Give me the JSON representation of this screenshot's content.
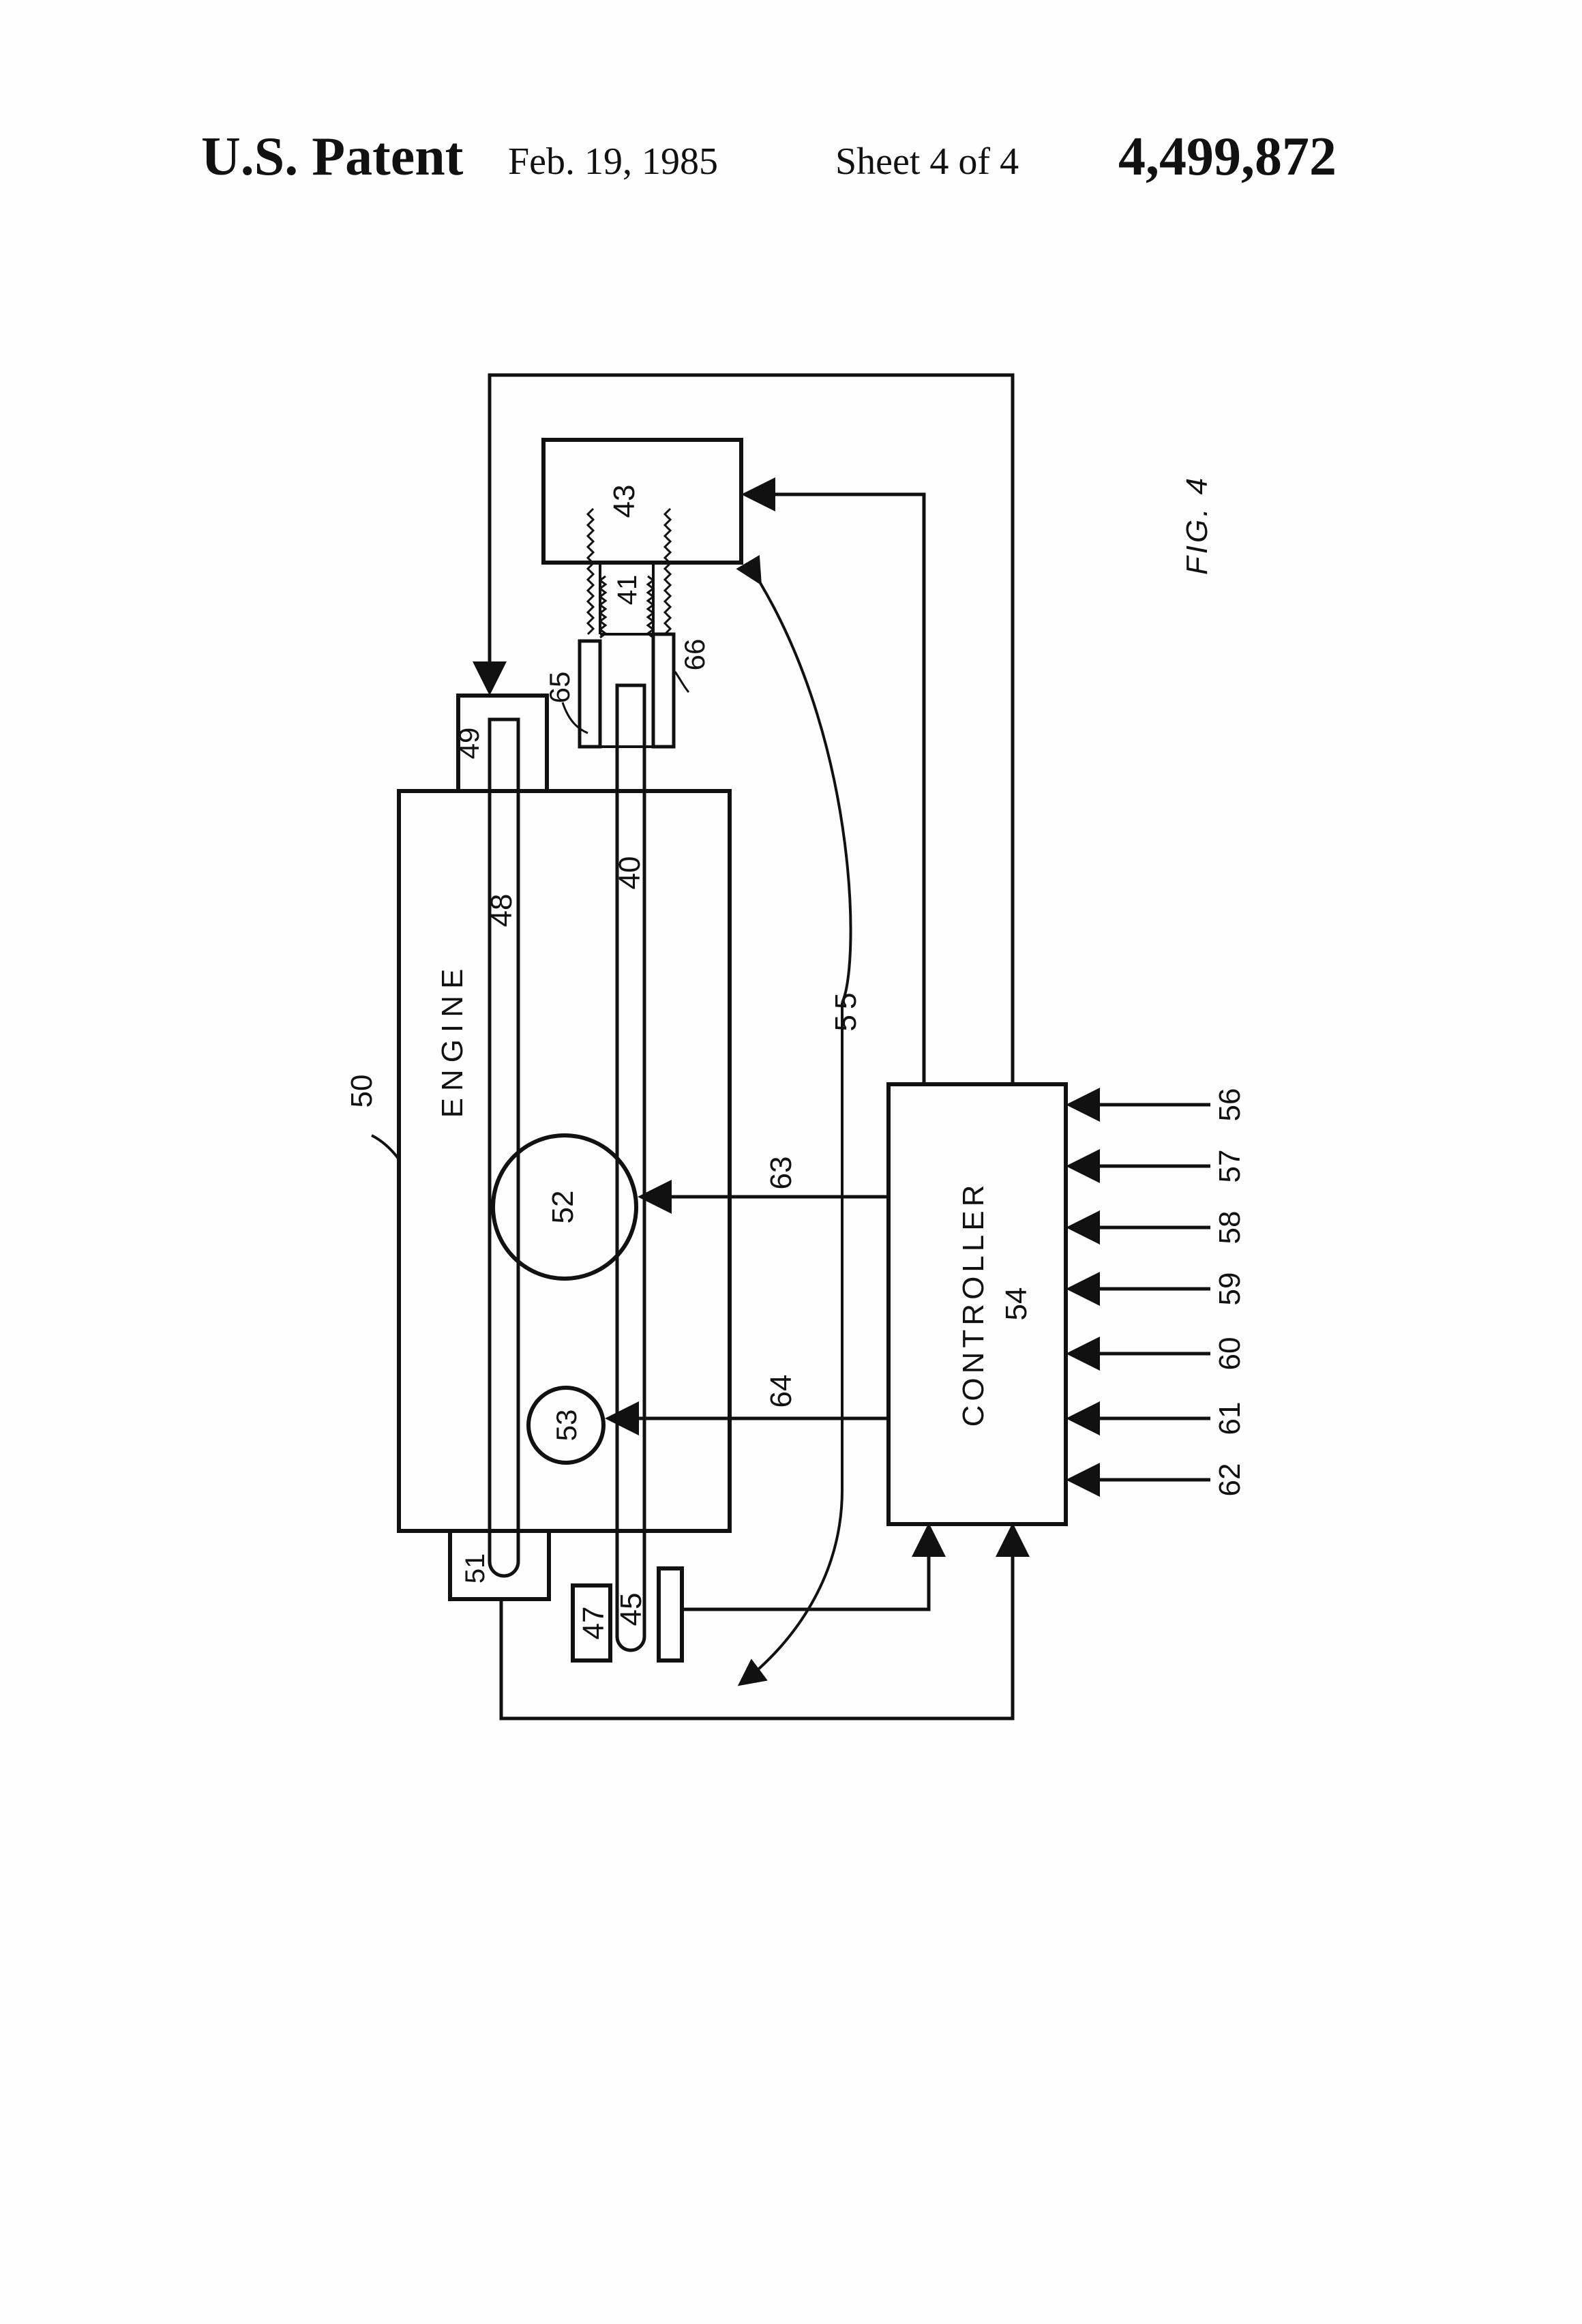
{
  "header": {
    "patent_label": "U.S. Patent",
    "date": "Feb. 19, 1985",
    "sheet": "Sheet 4 of 4",
    "patent_number": "4,499,872"
  },
  "figure": {
    "label": "FIG. 4",
    "engine_label": "ENGINE",
    "controller_label": "CONTROLLER",
    "controller_ref": "54",
    "refs": {
      "r40": "40",
      "r41": "41",
      "r43": "43",
      "r45": "45",
      "r47": "47",
      "r48": "48",
      "r49": "49",
      "r50": "50",
      "r51": "51",
      "r52": "52",
      "r53": "53",
      "r55": "55",
      "r63": "63",
      "r64": "64",
      "r65": "65",
      "r66": "66"
    },
    "inputs": [
      "56",
      "57",
      "58",
      "59",
      "60",
      "61",
      "62"
    ]
  }
}
